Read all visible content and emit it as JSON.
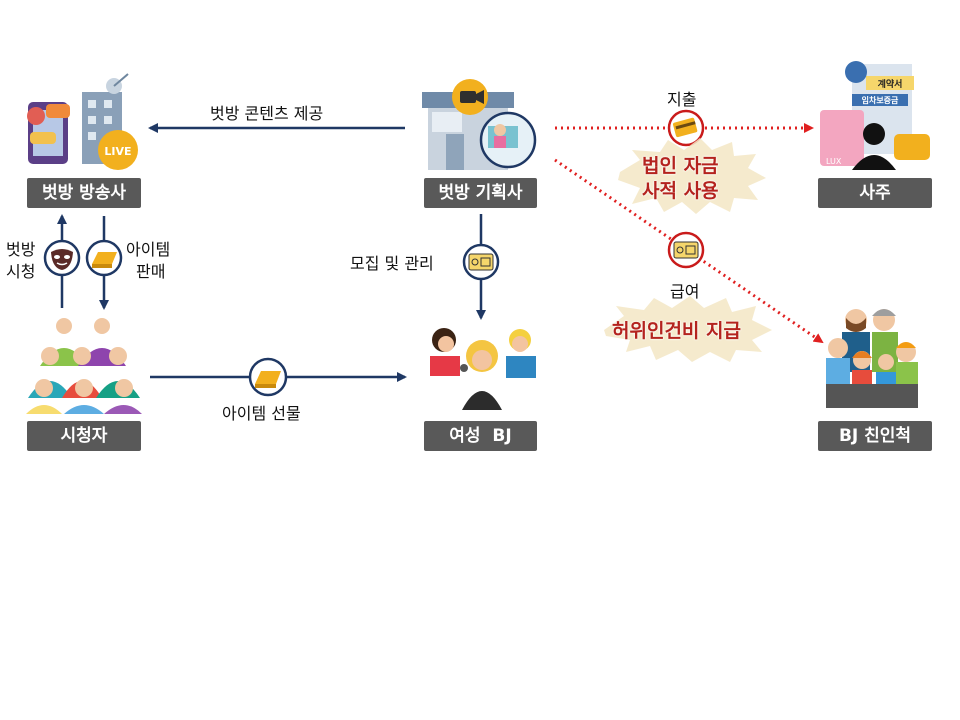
{
  "nodes": {
    "broadcaster": "벗방 방송사",
    "agency": "벗방 기획사",
    "owner": "사주",
    "viewers": "시청자",
    "female_bj": "여성  BJ",
    "relatives": "BJ 친인척"
  },
  "edges": {
    "content_supply": "벗방 콘텐츠 제공",
    "watch_line1": "벗방",
    "watch_line2": "시청",
    "item_sale_line1": "아이템",
    "item_sale_line2": "판매",
    "recruit_manage": "모집 및 관리",
    "item_gift": "아이템 선물",
    "expense": "지출",
    "salary": "급여"
  },
  "stamps": {
    "misuse_line1": "법인 자금",
    "misuse_line2": "사적 사용",
    "fake_payroll": "허위인건비 지급"
  },
  "icon_labels": {
    "contract": "계약서",
    "deposit": "임차보증금",
    "lux": "LUX",
    "live": "LIVE"
  },
  "colors": {
    "arrow": "#1f3864",
    "dotted": "#e02020",
    "label_bg": "#595959",
    "stamp": "#b4231e"
  }
}
